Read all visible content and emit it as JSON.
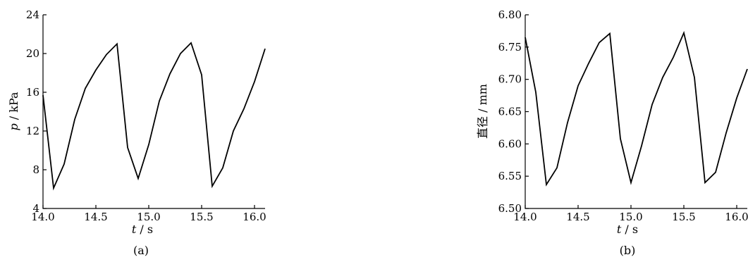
{
  "chart_data": [
    {
      "type": "line",
      "caption": "(a)",
      "xlabel_var": "t",
      "xlabel_unit": " / s",
      "ylabel_var": "p",
      "ylabel_unit": " / kPa",
      "xlim": [
        14.0,
        16.1
      ],
      "ylim": [
        4,
        24
      ],
      "xticks": [
        14.0,
        14.5,
        15.0,
        15.5,
        16.0
      ],
      "xtick_labels": [
        "14.0",
        "14.5",
        "15.0",
        "15.5",
        "16.0"
      ],
      "yticks": [
        4,
        8,
        12,
        16,
        20,
        24
      ],
      "ytick_labels": [
        "4",
        "8",
        "12",
        "16",
        "20",
        "24"
      ],
      "grid": false,
      "series": [
        {
          "x": [
            14.0,
            14.1,
            14.2,
            14.3,
            14.4,
            14.5,
            14.6,
            14.7,
            14.8,
            14.9,
            15.0,
            15.1,
            15.2,
            15.3,
            15.4,
            15.5,
            15.6,
            15.7,
            15.8,
            15.9,
            16.0,
            16.1
          ],
          "y": [
            15.7,
            6.1,
            8.6,
            13.2,
            16.4,
            18.3,
            19.9,
            21.0,
            10.3,
            7.1,
            10.6,
            15.1,
            17.9,
            20.0,
            21.1,
            17.8,
            6.3,
            8.2,
            12.0,
            14.3,
            17.1,
            20.5
          ]
        }
      ]
    },
    {
      "type": "line",
      "caption": "(b)",
      "xlabel_var": "t",
      "xlabel_unit": " / s",
      "ylabel": "直径 / mm",
      "xlim": [
        14.0,
        16.1
      ],
      "ylim": [
        6.5,
        6.8
      ],
      "xticks": [
        14.0,
        14.5,
        15.0,
        15.5,
        16.0
      ],
      "xtick_labels": [
        "14.0",
        "14.5",
        "15.0",
        "15.5",
        "16.0"
      ],
      "yticks": [
        6.5,
        6.55,
        6.6,
        6.65,
        6.7,
        6.75,
        6.8
      ],
      "ytick_labels": [
        "6.50",
        "6.55",
        "6.60",
        "6.65",
        "6.70",
        "6.75",
        "6.80"
      ],
      "grid": false,
      "series": [
        {
          "x": [
            14.0,
            14.1,
            14.2,
            14.3,
            14.4,
            14.5,
            14.6,
            14.7,
            14.8,
            14.9,
            15.0,
            15.1,
            15.2,
            15.3,
            15.4,
            15.5,
            15.6,
            15.7,
            15.8,
            15.9,
            16.0,
            16.1
          ],
          "y": [
            6.765,
            6.68,
            6.537,
            6.563,
            6.633,
            6.69,
            6.725,
            6.757,
            6.771,
            6.608,
            6.54,
            6.597,
            6.661,
            6.703,
            6.734,
            6.772,
            6.703,
            6.54,
            6.556,
            6.617,
            6.671,
            6.716
          ]
        }
      ]
    }
  ]
}
